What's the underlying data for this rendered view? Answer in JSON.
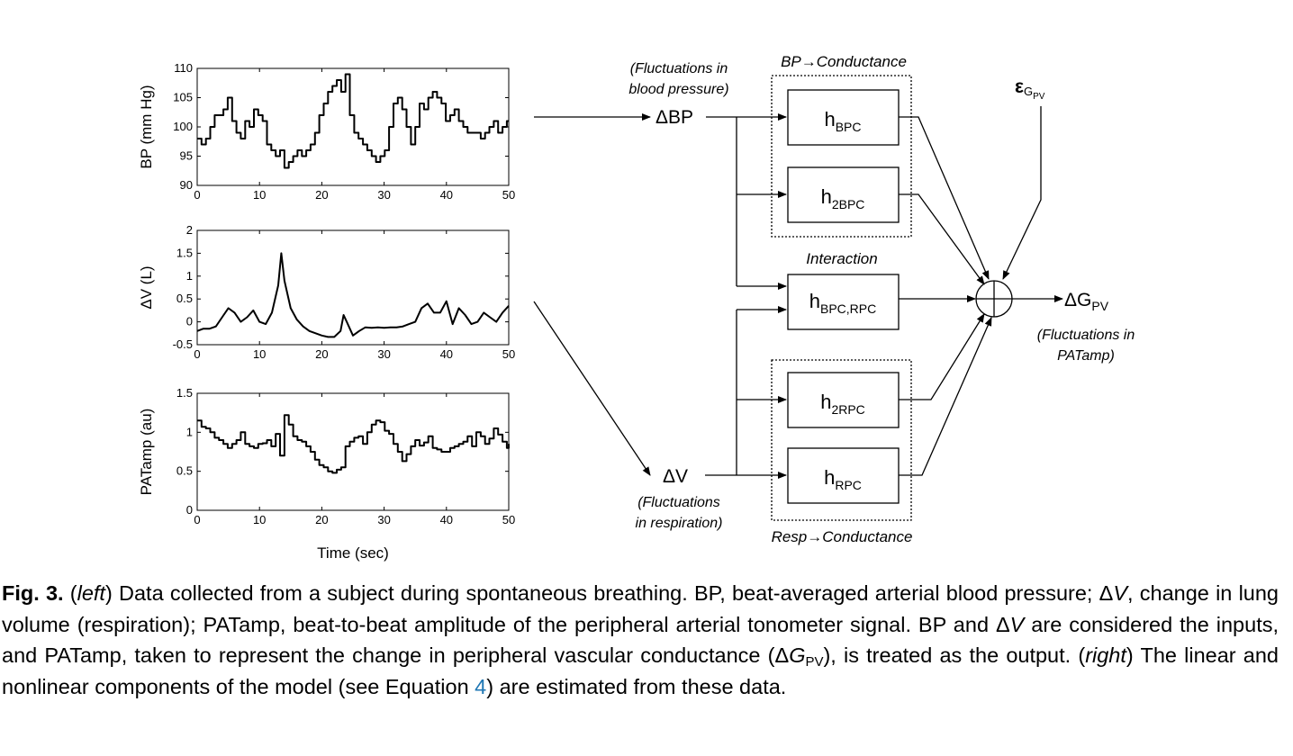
{
  "chart_data": [
    {
      "type": "line",
      "ylabel": "BP (mm Hg)",
      "ylim": [
        90,
        110
      ],
      "yticks": [
        90,
        95,
        100,
        105,
        110
      ],
      "xlim": [
        0,
        50
      ],
      "xticks": [
        0,
        10,
        20,
        30,
        40,
        50
      ],
      "step": true,
      "x": [
        0,
        0.7,
        1.4,
        2.1,
        2.8,
        3.5,
        4.2,
        4.9,
        5.6,
        6.3,
        7,
        7.7,
        8.4,
        9.1,
        9.8,
        10.5,
        11.2,
        11.9,
        12.6,
        13.3,
        14,
        14.7,
        15.4,
        16.1,
        16.8,
        17.5,
        18.2,
        18.9,
        19.6,
        20.3,
        21,
        21.7,
        22.4,
        23.1,
        23.8,
        24.5,
        25.2,
        25.9,
        26.6,
        27.3,
        28,
        28.7,
        29.4,
        30.1,
        30.8,
        31.5,
        32.2,
        32.9,
        33.6,
        34.3,
        35,
        35.7,
        36.4,
        37.1,
        37.8,
        38.5,
        39.2,
        39.9,
        40.6,
        41.3,
        42,
        42.7,
        43.4,
        44.1,
        44.8,
        45.5,
        46.2,
        46.9,
        47.6,
        48.3,
        49,
        49.7,
        50
      ],
      "y": [
        98,
        97,
        98,
        100,
        102,
        102,
        103,
        105,
        101,
        99,
        98,
        101,
        100,
        103,
        102,
        101,
        97,
        96,
        95,
        96,
        93,
        94,
        95,
        96,
        95,
        96,
        97,
        99,
        102,
        104,
        106,
        107,
        108,
        106,
        109,
        102,
        99,
        98,
        97,
        96,
        95,
        94,
        95,
        96,
        100,
        104,
        105,
        103,
        100,
        97,
        100,
        104,
        103,
        105,
        106,
        105,
        104,
        101,
        102,
        103,
        101,
        100,
        99,
        99,
        99,
        98,
        99,
        100,
        101,
        99,
        100,
        101,
        101
      ]
    },
    {
      "type": "line",
      "ylabel": "ΔV (L)",
      "ylim": [
        -0.5,
        2
      ],
      "yticks": [
        "-0.5",
        "0",
        "0.5",
        "1",
        "1.5",
        "2"
      ],
      "xlim": [
        0,
        50
      ],
      "xticks": [
        0,
        10,
        20,
        30,
        40,
        50
      ],
      "x": [
        0,
        1,
        2,
        3,
        4,
        5,
        6,
        7,
        8,
        9,
        10,
        11,
        12,
        13,
        13.5,
        14,
        15,
        16,
        17,
        18,
        19,
        20,
        21,
        22,
        23,
        23.5,
        24,
        25,
        26,
        27,
        28,
        29,
        30,
        31,
        32,
        33,
        34,
        35,
        36,
        37,
        38,
        39,
        40,
        41,
        42,
        43,
        44,
        45,
        46,
        47,
        48,
        49,
        50
      ],
      "y": [
        -0.2,
        -0.15,
        -0.15,
        -0.1,
        0.1,
        0.3,
        0.2,
        0.0,
        0.1,
        0.25,
        0.0,
        -0.05,
        0.2,
        0.8,
        1.5,
        0.9,
        0.3,
        0.05,
        -0.1,
        -0.2,
        -0.25,
        -0.3,
        -0.33,
        -0.33,
        -0.2,
        0.15,
        0.0,
        -0.3,
        -0.2,
        -0.12,
        -0.13,
        -0.12,
        -0.13,
        -0.12,
        -0.12,
        -0.1,
        -0.05,
        0.0,
        0.3,
        0.4,
        0.2,
        0.2,
        0.45,
        -0.05,
        0.3,
        0.15,
        -0.05,
        0.0,
        0.2,
        0.1,
        0.0,
        0.2,
        0.35
      ]
    },
    {
      "type": "line",
      "ylabel": "PATamp (au)",
      "xlabel": "Time (sec)",
      "ylim": [
        0,
        1.5
      ],
      "yticks": [
        "0",
        "0.5",
        "1",
        "1.5"
      ],
      "xlim": [
        0,
        50
      ],
      "xticks": [
        0,
        10,
        20,
        30,
        40,
        50
      ],
      "step": true,
      "x": [
        0,
        0.7,
        1.4,
        2.1,
        2.8,
        3.5,
        4.2,
        4.9,
        5.6,
        6.3,
        7,
        7.7,
        8.4,
        9.1,
        9.8,
        10.5,
        11.2,
        11.9,
        12.6,
        13.3,
        14,
        14.7,
        15.4,
        16.1,
        16.8,
        17.5,
        18.2,
        18.9,
        19.6,
        20.3,
        21,
        21.7,
        22.4,
        23.1,
        23.8,
        24.5,
        25.2,
        25.9,
        26.6,
        27.3,
        28,
        28.7,
        29.4,
        30.1,
        30.8,
        31.5,
        32.2,
        32.9,
        33.6,
        34.3,
        35,
        35.7,
        36.4,
        37.1,
        37.8,
        38.5,
        39.2,
        39.9,
        40.6,
        41.3,
        42,
        42.7,
        43.4,
        44.1,
        44.8,
        45.5,
        46.2,
        46.9,
        47.6,
        48.3,
        49,
        49.7,
        50
      ],
      "y": [
        1.15,
        1.07,
        1.05,
        1.0,
        0.93,
        0.9,
        0.85,
        0.8,
        0.85,
        0.9,
        1.0,
        0.85,
        0.82,
        0.8,
        0.85,
        0.86,
        0.9,
        0.82,
        0.98,
        0.7,
        1.22,
        1.1,
        0.95,
        0.9,
        0.88,
        0.82,
        0.75,
        0.65,
        0.58,
        0.55,
        0.5,
        0.48,
        0.52,
        0.55,
        0.82,
        0.88,
        0.93,
        0.95,
        0.85,
        1.0,
        1.1,
        1.15,
        1.13,
        1.02,
        0.98,
        0.85,
        0.75,
        0.63,
        0.72,
        0.82,
        0.9,
        0.83,
        0.87,
        0.95,
        0.8,
        0.78,
        0.75,
        0.75,
        0.8,
        0.82,
        0.85,
        0.88,
        0.95,
        0.82,
        1.0,
        0.95,
        0.85,
        0.92,
        1.05,
        0.97,
        0.88,
        0.8,
        0.85
      ]
    }
  ],
  "diagram": {
    "input_bp": {
      "text": "ΔBP",
      "note_line1": "(Fluctuations in",
      "note_line2": "blood pressure)"
    },
    "input_v": {
      "text": "ΔV",
      "note_line1": "(Fluctuations",
      "note_line2": "in respiration)"
    },
    "group_top_label": "BP→Conductance",
    "group_bottom_label": "Resp→Conductance",
    "interaction_label": "Interaction",
    "blocks": {
      "bpc": {
        "main": "h",
        "sub": "BPC"
      },
      "bpc2": {
        "main": "h",
        "sub": "2BPC"
      },
      "inter": {
        "main": "h",
        "sub": "BPC,RPC"
      },
      "rpc2": {
        "main": "h",
        "sub": "2RPC"
      },
      "rpc": {
        "main": "h",
        "sub": "RPC"
      }
    },
    "noise": {
      "main": "ε",
      "sub": "G",
      "subsub": "PV"
    },
    "output": {
      "main": "ΔG",
      "sub": "PV",
      "note_line1": "(Fluctuations in",
      "note_line2": "PATamp)"
    }
  },
  "caption": {
    "label": "Fig. 3.",
    "p1": "  (",
    "left": "left",
    "p2": ") Data collected from a subject during spontaneous breathing. BP, beat-averaged arterial blood pressure; Δ",
    "v1": "V",
    "p3": ", change in lung volume (respiration); PATamp, beat-to-beat amplitude of the peripheral arterial tonometer signal. BP and Δ",
    "v2": "V",
    "p4": " are considered the inputs, and PATamp, taken to represent the change in peripheral vascular conductance (Δ",
    "g": "G",
    "gsub": "PV",
    "p5": "), is treated as the output. (",
    "right": "right",
    "p6": ") The linear and nonlinear components of the model (see Equation ",
    "eq": "4",
    "p7": ") are estimated from these data."
  }
}
